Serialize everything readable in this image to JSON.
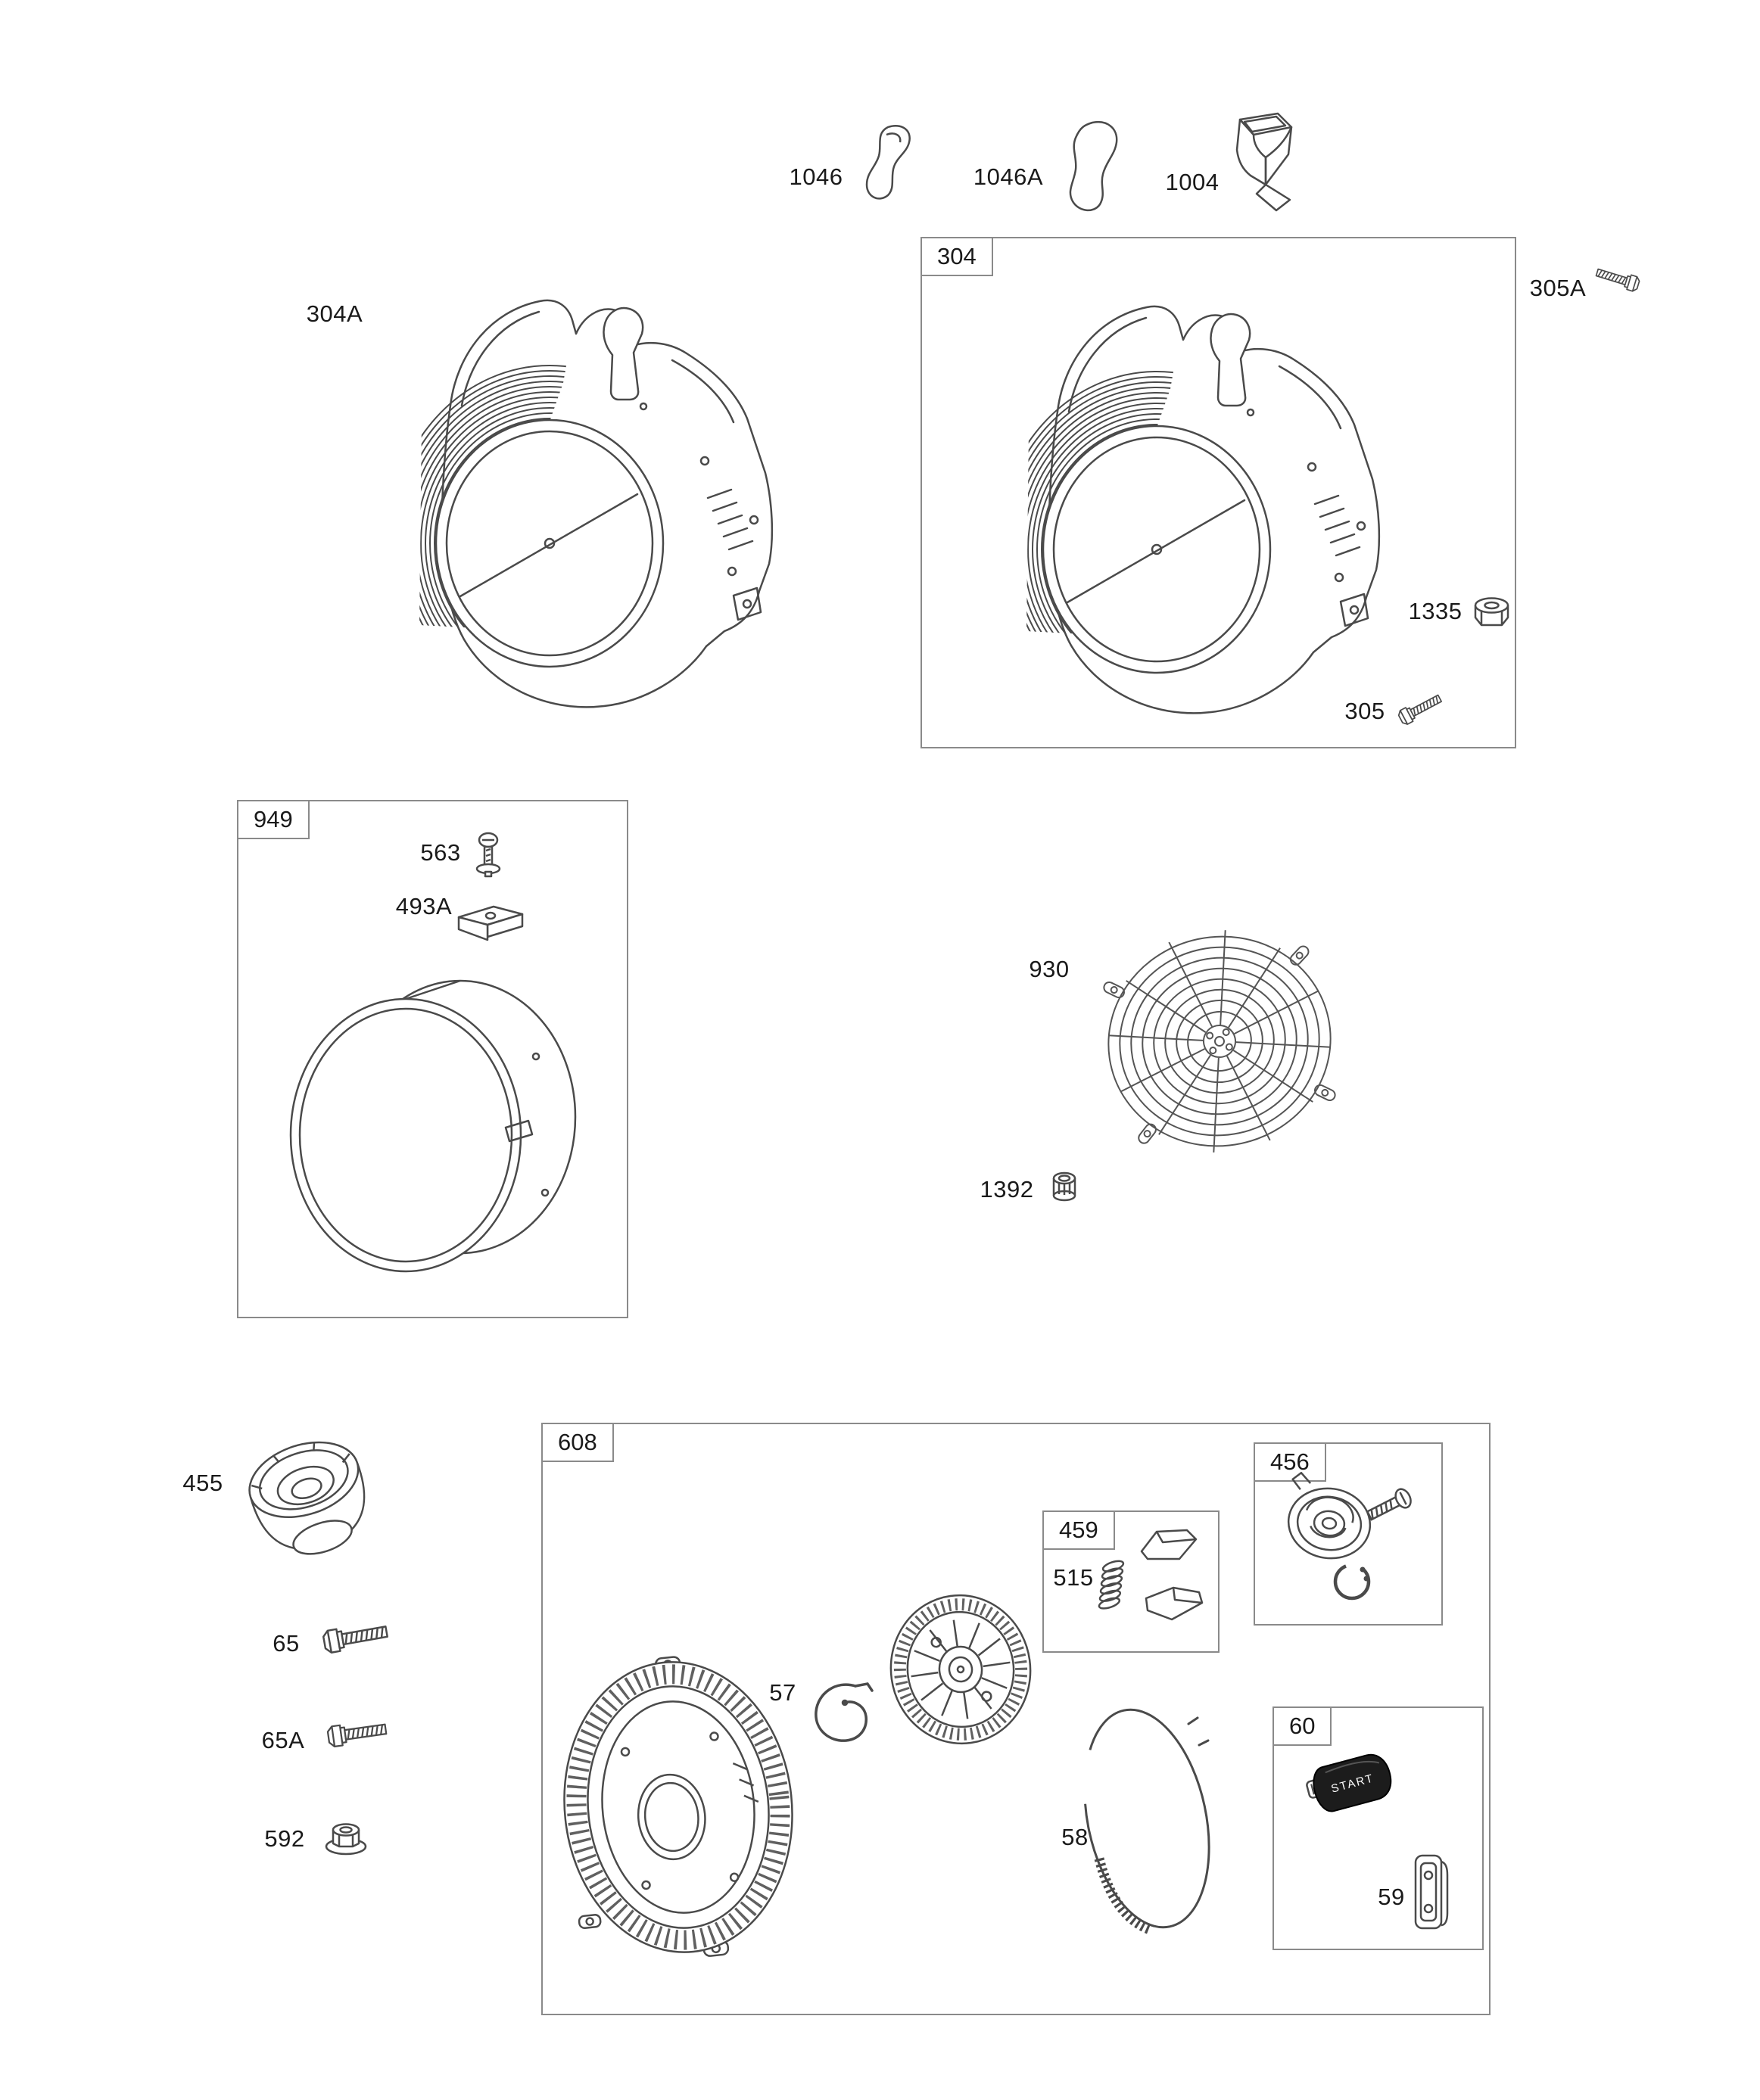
{
  "diagram": {
    "type": "engine-parts-exploded-diagram",
    "groups": {
      "g304": {
        "label": "304"
      },
      "g949": {
        "label": "949"
      },
      "g608": {
        "label": "608"
      },
      "g459": {
        "label": "459"
      },
      "g456": {
        "label": "456"
      },
      "g60": {
        "label": "60"
      }
    },
    "callouts": {
      "c1046": "1046",
      "c1046A": "1046A",
      "c1004": "1004",
      "c304A": "304A",
      "c305A": "305A",
      "c1335": "1335",
      "c305": "305",
      "c563": "563",
      "c493A": "493A",
      "c930": "930",
      "c1392": "1392",
      "c455": "455",
      "c65": "65",
      "c65A": "65A",
      "c592": "592",
      "c57": "57",
      "c515": "515",
      "c58": "58",
      "c59": "59"
    },
    "parts": {
      "start_handle_label": "START"
    },
    "colors": {
      "line": "#4a4a4a",
      "background": "#ffffff",
      "handle": "#1c1c1c"
    }
  }
}
